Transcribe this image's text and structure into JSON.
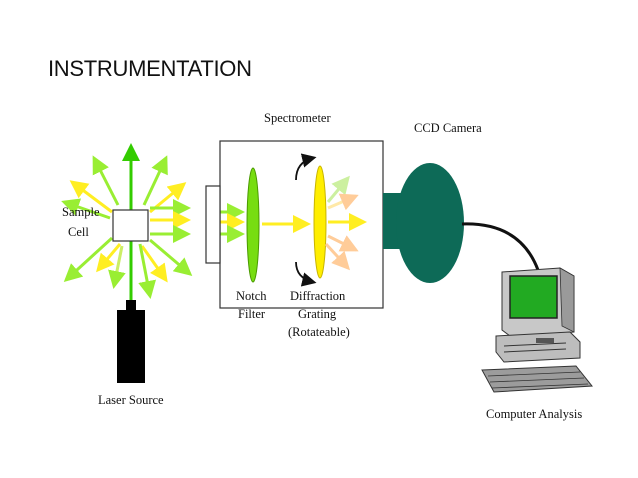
{
  "title": "INSTRUMENTATION",
  "labels": {
    "spectrometer": "Spectrometer",
    "ccd_camera": "CCD Camera",
    "sample_line1": "Sample",
    "sample_line2": "Cell",
    "notch_line1": "Notch",
    "notch_line2": "Filter",
    "diffraction_line1": "Diffraction",
    "diffraction_line2": "Grating",
    "diffraction_line3": "(Rotateable)",
    "laser_source": "Laser Source",
    "computer_analysis": "Computer Analysis"
  },
  "colors": {
    "laser_green": "#33cc00",
    "light_green": "#99ee33",
    "scatter_yellow": "#ffee22",
    "filter_green": "#77dd11",
    "grating_yellow": "#ffee00",
    "camera_teal": "#0d6a57",
    "screen_green": "#22aa22",
    "laser_body": "#000000"
  }
}
